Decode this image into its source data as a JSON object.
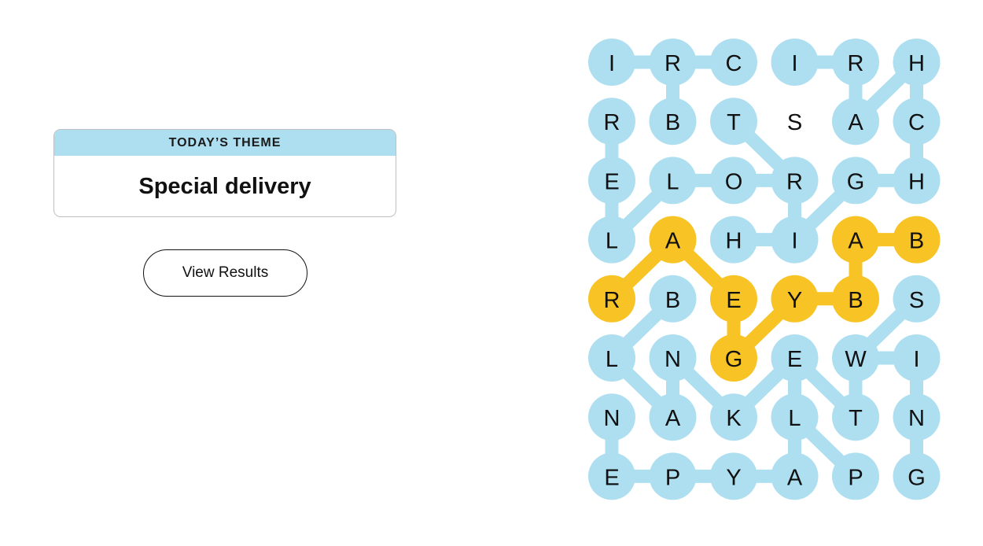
{
  "theme": {
    "label": "TODAY’S THEME",
    "title": "Special delivery"
  },
  "actions": {
    "view_results": "View Results"
  },
  "colors": {
    "found_word": "#aedff0",
    "spangram": "#f7c325"
  },
  "board": {
    "rows": [
      [
        "I",
        "R",
        "C",
        "I",
        "R",
        "H"
      ],
      [
        "R",
        "B",
        "T",
        "S",
        "A",
        "C"
      ],
      [
        "E",
        "L",
        "O",
        "R",
        "G",
        "H"
      ],
      [
        "L",
        "A",
        "H",
        "I",
        "A",
        "B"
      ],
      [
        "R",
        "B",
        "E",
        "Y",
        "B",
        "S"
      ],
      [
        "L",
        "N",
        "G",
        "E",
        "W",
        "I"
      ],
      [
        "N",
        "A",
        "K",
        "L",
        "T",
        "N"
      ],
      [
        "E",
        "P",
        "Y",
        "A",
        "P",
        "G"
      ]
    ],
    "paths": [
      {
        "type": "found",
        "cells": [
          [
            0,
            0
          ],
          [
            0,
            1
          ],
          [
            1,
            1
          ]
        ]
      },
      {
        "type": "found",
        "cells": [
          [
            0,
            2
          ],
          [
            0,
            1
          ]
        ]
      },
      {
        "type": "found",
        "cells": [
          [
            0,
            3
          ],
          [
            0,
            4
          ],
          [
            1,
            4
          ],
          [
            0,
            5
          ],
          [
            1,
            5
          ],
          [
            2,
            5
          ],
          [
            2,
            4
          ],
          [
            3,
            3
          ],
          [
            2,
            3
          ]
        ]
      },
      {
        "type": "found",
        "cells": [
          [
            1,
            2
          ],
          [
            2,
            3
          ]
        ]
      },
      {
        "type": "found",
        "cells": [
          [
            1,
            0
          ],
          [
            2,
            0
          ],
          [
            3,
            0
          ],
          [
            2,
            1
          ],
          [
            2,
            2
          ],
          [
            2,
            3
          ]
        ]
      },
      {
        "type": "found",
        "cells": [
          [
            3,
            2
          ],
          [
            3,
            3
          ]
        ]
      },
      {
        "type": "found",
        "cells": [
          [
            4,
            1
          ],
          [
            5,
            0
          ],
          [
            6,
            1
          ],
          [
            5,
            1
          ],
          [
            6,
            2
          ],
          [
            5,
            3
          ],
          [
            6,
            4
          ],
          [
            5,
            4
          ],
          [
            4,
            5
          ]
        ]
      },
      {
        "type": "found",
        "cells": [
          [
            5,
            3
          ],
          [
            6,
            3
          ],
          [
            7,
            4
          ]
        ]
      },
      {
        "type": "found",
        "cells": [
          [
            5,
            4
          ],
          [
            5,
            5
          ],
          [
            6,
            5
          ],
          [
            7,
            5
          ]
        ]
      },
      {
        "type": "found",
        "cells": [
          [
            6,
            0
          ],
          [
            7,
            0
          ],
          [
            7,
            1
          ],
          [
            7,
            2
          ],
          [
            7,
            3
          ],
          [
            6,
            3
          ]
        ]
      },
      {
        "type": "spangram",
        "cells": [
          [
            4,
            0
          ],
          [
            3,
            1
          ],
          [
            4,
            2
          ],
          [
            5,
            2
          ],
          [
            4,
            3
          ],
          [
            4,
            4
          ],
          [
            3,
            4
          ],
          [
            3,
            5
          ]
        ]
      }
    ]
  }
}
